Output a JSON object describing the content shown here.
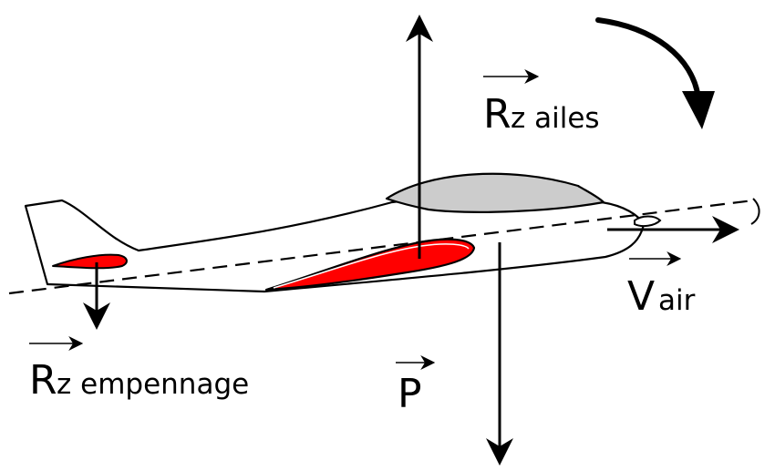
{
  "colors": {
    "background": "#ffffff",
    "line": "#000000",
    "canopy": "#cccccc",
    "wing_section": "#ff0000",
    "fuselage": "#ffffff"
  },
  "labels": {
    "rz_ailes": {
      "main": "R",
      "sub": "z ailes"
    },
    "rz_empennage": {
      "main": "R",
      "sub": "z empennage"
    },
    "poids": {
      "main": "P"
    },
    "vair": {
      "main": "V",
      "sub": "air"
    }
  },
  "icons": {
    "rotation_arrow": "curved-arrow-clockwise"
  }
}
